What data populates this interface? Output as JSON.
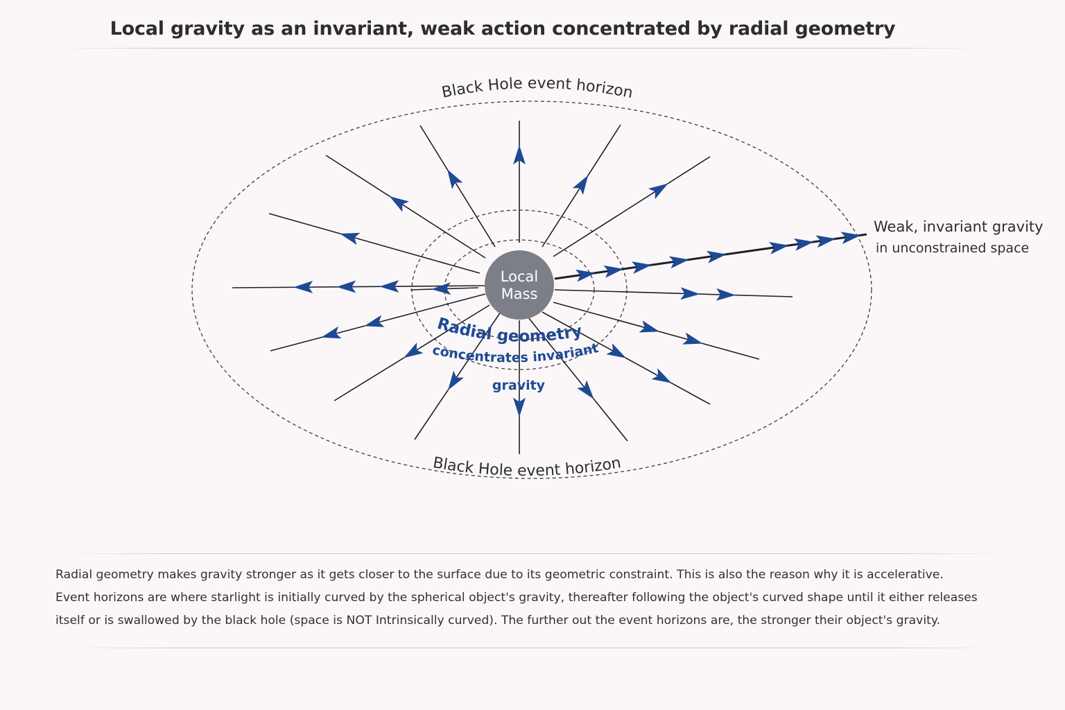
{
  "title": "Local gravity as an invariant, weak action concentrated by radial geometry",
  "diagram": {
    "center_label_line1": "Local",
    "center_label_line2": "Mass",
    "horizon_label_top": "Black Hole event horizon",
    "horizon_label_bottom": "Black Hole event horizon",
    "radial_label_line1": "Radial geometry",
    "radial_label_line2": "concentrates invariant",
    "radial_label_line3": "gravity",
    "side_label_line1": "Weak, invariant gravity",
    "side_label_line2": "in unconstrained space",
    "colors": {
      "arrow": "#1e4a94",
      "line": "#1f1f24",
      "mass": "#7c7f87",
      "mass_text": "#ffffff",
      "radial_label": "#1e4a94",
      "horizon": "#3a3a40"
    }
  },
  "caption": {
    "line1": "Radial geometry makes gravity stronger as it gets closer to the surface due to its geometric constraint. This is also the reason why it is accelerative.",
    "line2": "Event horizons are where starlight is initially curved by the spherical object's gravity, thereafter following the object's curved shape until it either releases",
    "line3": "itself or is swallowed by the black hole (space is NOT Intrinsically curved). The further out the event horizons are, the stronger their object's gravity."
  }
}
